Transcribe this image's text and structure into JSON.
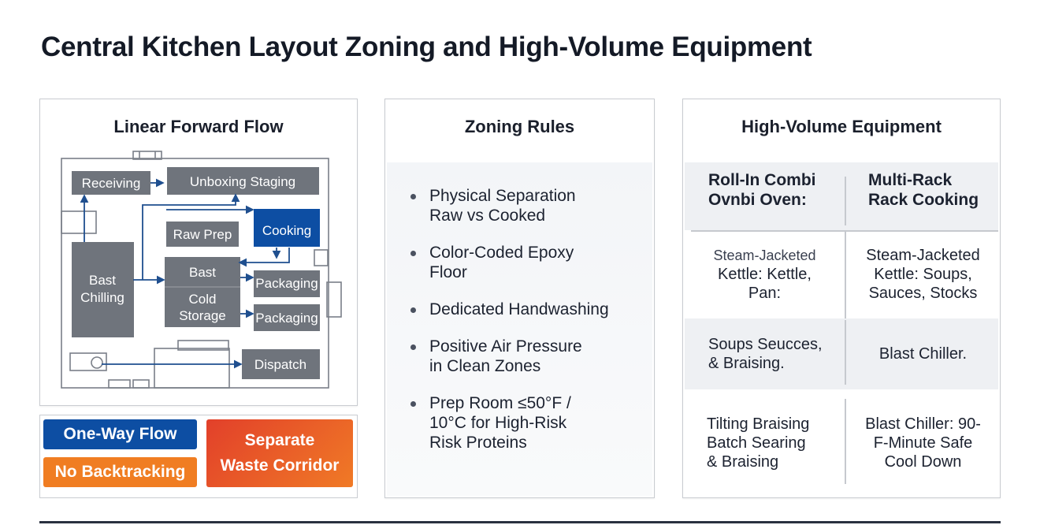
{
  "title": "Central Kitchen Layout Zoning and High-Volume Equipment",
  "flow_panel": {
    "title": "Linear Forward Flow",
    "zones": {
      "receiving": "Receiving",
      "unboxing": "Unboxing Staging",
      "raw_prep": "Raw Prep",
      "cooking": "Cooking",
      "blast_chilling_1": "Bast",
      "blast_chilling_2": "Chilling",
      "bast": "Bast",
      "cold_storage_1": "Cold",
      "cold_storage_2": "Storage",
      "packaging_1": "Packaging",
      "packaging_2": "Packaging",
      "dispatch": "Dispatch"
    },
    "colors": {
      "zone": "#6f747c",
      "cooking": "#0d4ea3",
      "flow_arrow": "#1f4f8f"
    }
  },
  "tags": {
    "one_way": "One-Way Flow",
    "no_backtracking": "No Backtracking",
    "waste_line1": "Separate",
    "waste_line2": "Waste Corridor"
  },
  "zoning_panel": {
    "title": "Zoning Rules",
    "rules": [
      {
        "line1": "Physical Separation",
        "line2": "Raw vs Cooked",
        "line3": ""
      },
      {
        "line1": "Color-Coded Epoxy",
        "line2": "Floor",
        "line3": ""
      },
      {
        "line1": "Dedicated Handwashing",
        "line2": "",
        "line3": ""
      },
      {
        "line1": "Positive Air Pressure",
        "line2": "in Clean Zones",
        "line3": ""
      },
      {
        "line1": "Prep Room ≤50°F /",
        "line2": "10°C for High-Risk",
        "line3": "Risk Proteins"
      }
    ]
  },
  "equipment_panel": {
    "title": "High-Volume Equipment",
    "header": {
      "left_1": "Roll-In Combi",
      "left_2": "Ovnbi Oven:",
      "right_1": "Multi-Rack",
      "right_2": "Rack Cooking"
    },
    "rows": [
      {
        "left": [
          "Steam-Jacketed",
          "Kettle: Kettle,",
          "Pan:"
        ],
        "right": [
          "Steam-Jacketed",
          "Kettle: Soups,",
          "Sauces, Stocks"
        ]
      },
      {
        "left": [
          "Soups Seucces,",
          "& Braising."
        ],
        "right": [
          "Blast Chiller."
        ]
      },
      {
        "left": [
          "Tilting Braising",
          "Batch Searing",
          "& Braising"
        ],
        "right": [
          "Blast Chiller: 90-",
          "F-Minute Safe",
          "Cool Down"
        ]
      }
    ]
  }
}
